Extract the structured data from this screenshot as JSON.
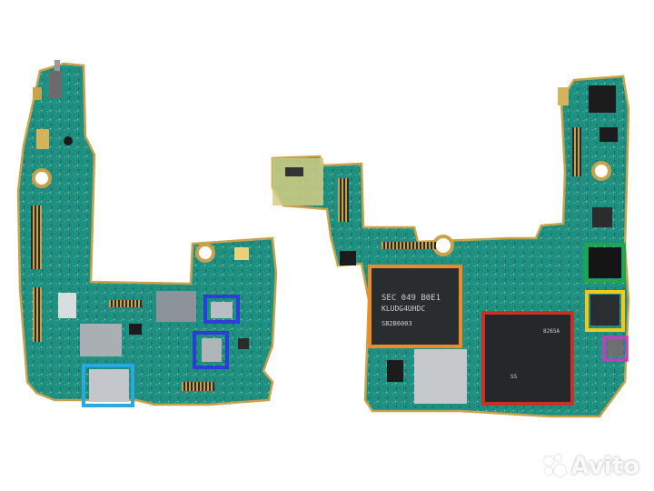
{
  "photo": {
    "background": "#ffffff",
    "board_color": "#1f8f82",
    "board_edge": "#c8a24a"
  },
  "chips": {
    "memory_label_line1": "SEC 049 B0E1",
    "memory_label_line2": "KLUDG4UHDC",
    "memory_label_line3": "SB2B6003",
    "chip_a_small": "8265A",
    "chip_b_small": "SS"
  },
  "highlights": {
    "orange": "#f08a24",
    "red": "#c83226",
    "green": "#1fa84a",
    "yellow": "#f2c81e",
    "magenta": "#c43ec0",
    "blue": "#2a3fd6",
    "cyan": "#2aa8e0"
  },
  "watermark": {
    "brand": "Avito"
  }
}
